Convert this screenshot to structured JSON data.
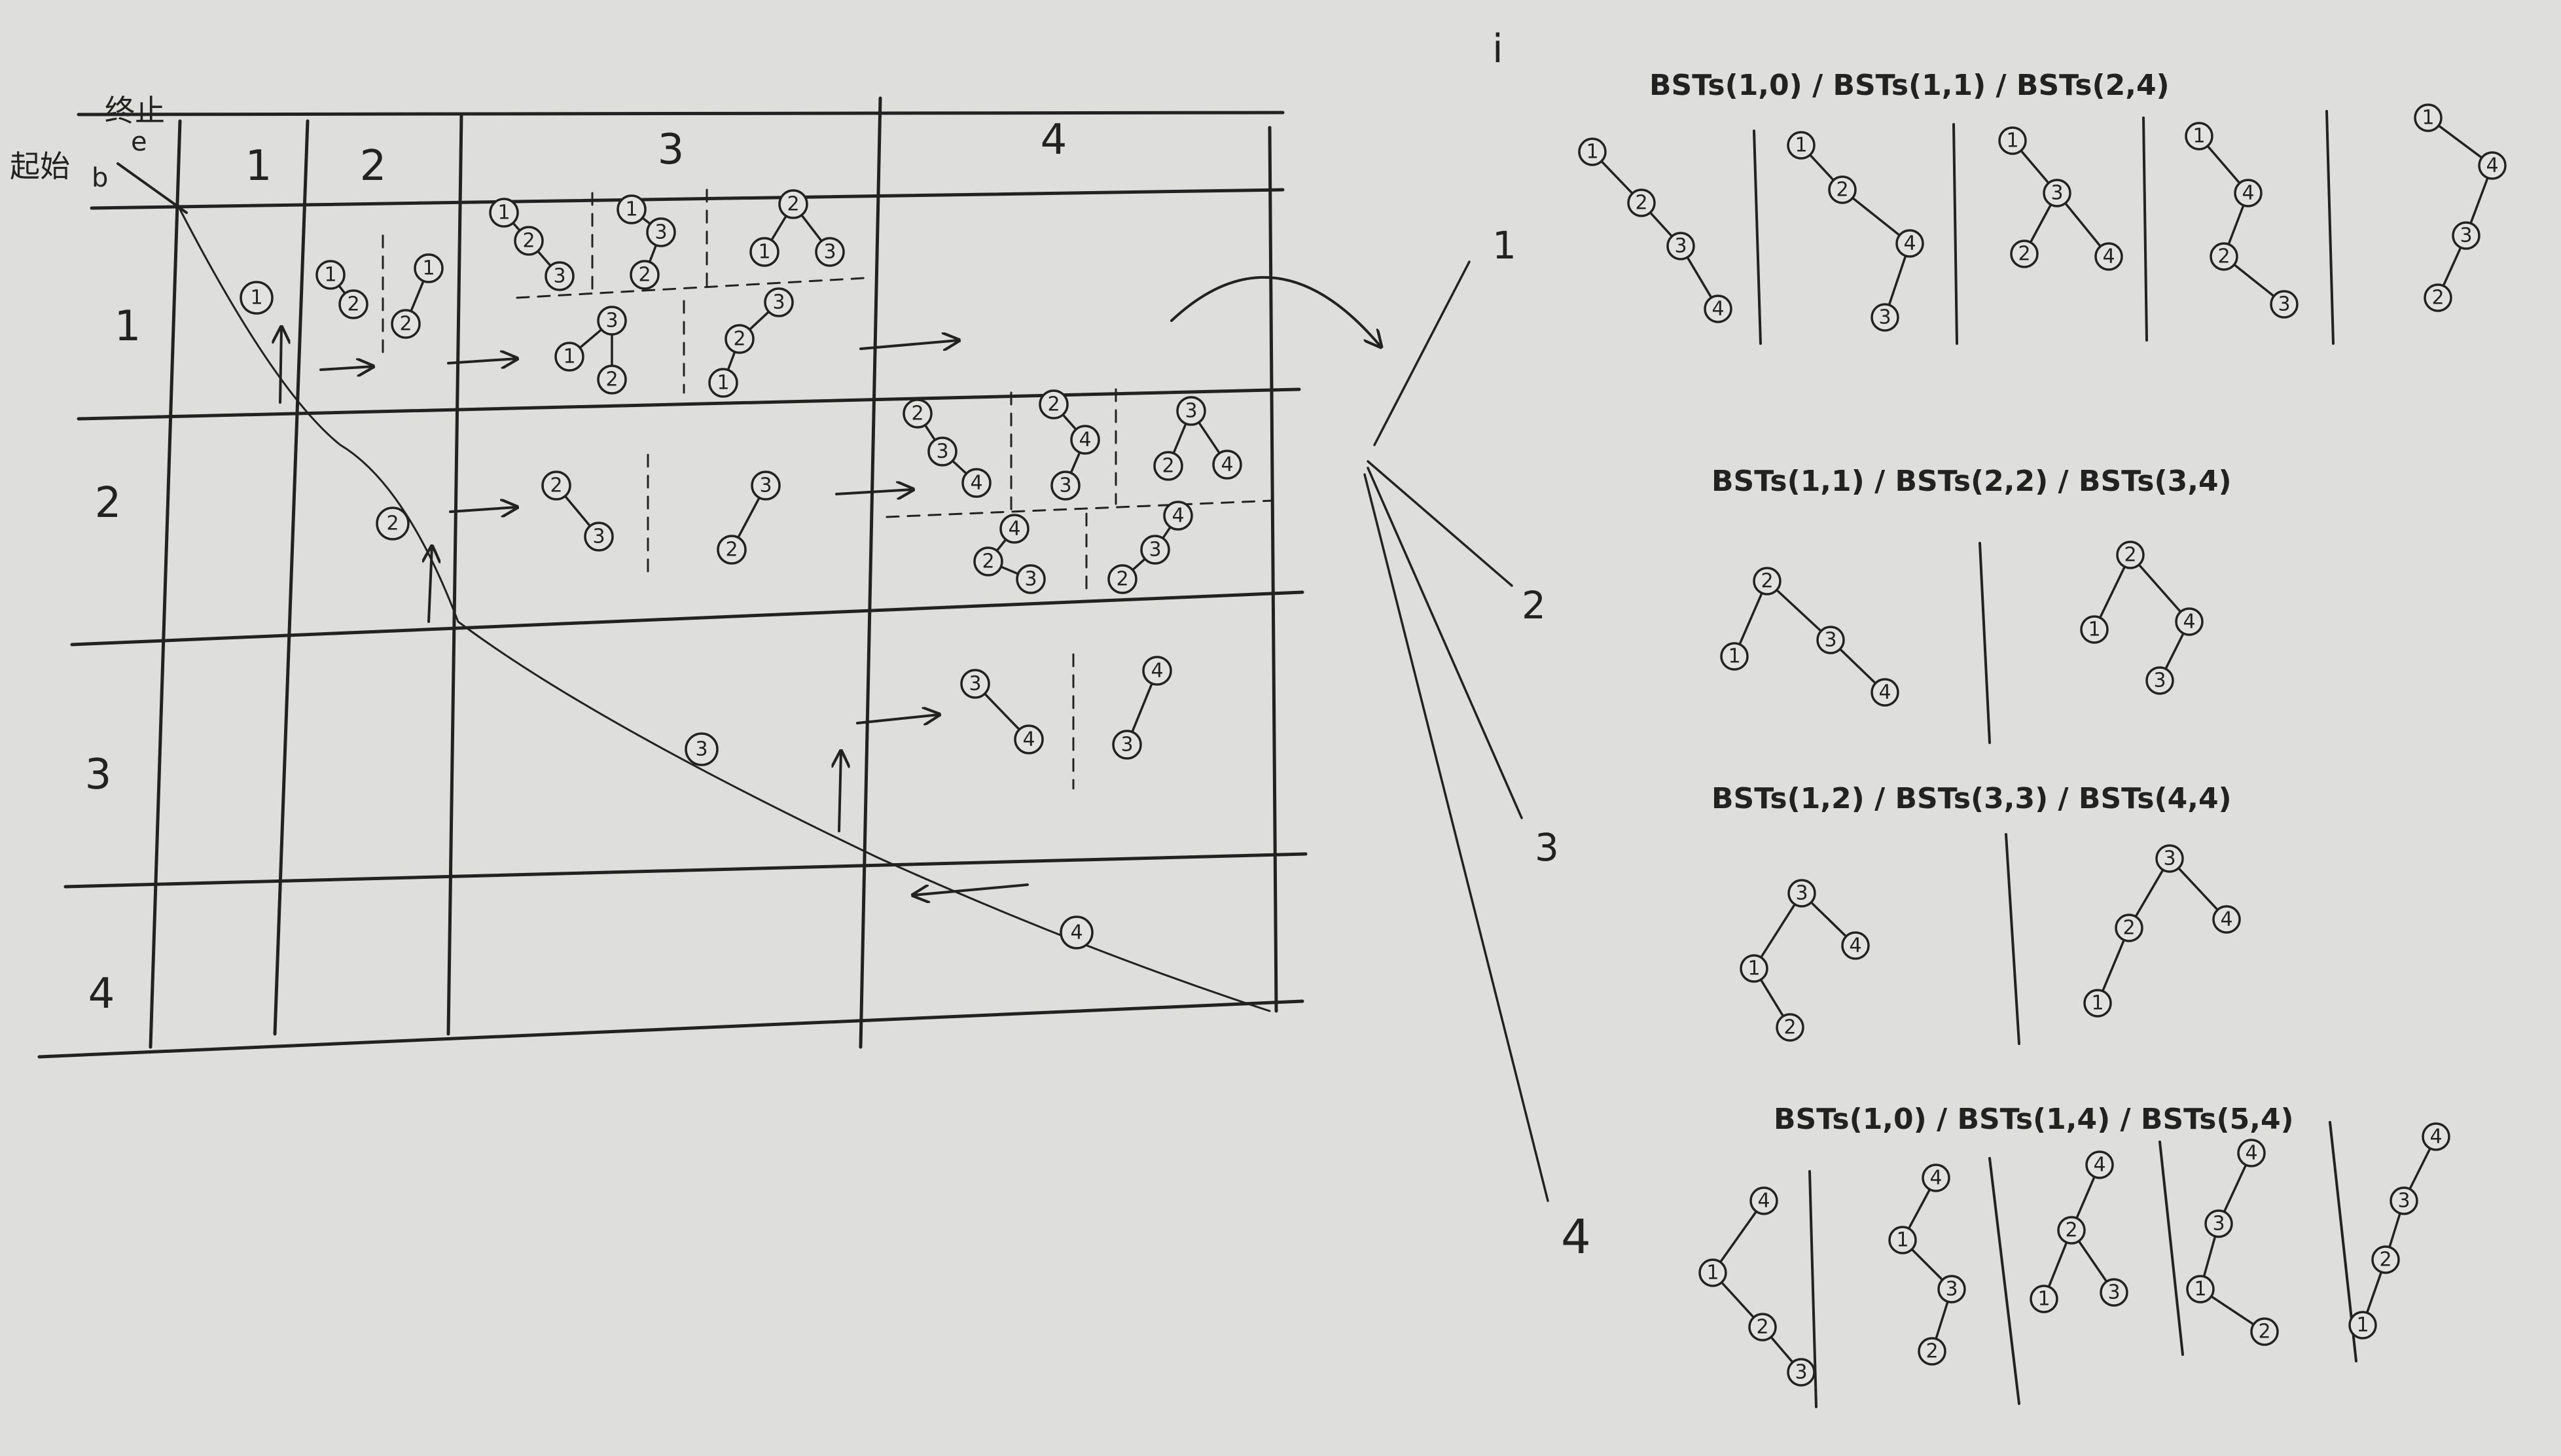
{
  "header": {
    "end_label": "终止",
    "end_var": "e",
    "start_label": "起始",
    "start_var": "b",
    "i_label": "i"
  },
  "columns": [
    "1",
    "2",
    "3",
    "4"
  ],
  "rows": [
    "1",
    "2",
    "3",
    "4"
  ],
  "diagonal_nodes": [
    "1",
    "2",
    "3",
    "4"
  ],
  "grid_trees": [
    {
      "id": "c12",
      "nodes": [
        "1",
        "2",
        "1",
        "2"
      ],
      "edges": [
        [
          0,
          1
        ],
        [
          3,
          2
        ]
      ]
    },
    {
      "id": "c13",
      "nodes": [
        "1",
        "2",
        "3",
        "1",
        "3",
        "2",
        "2",
        "1",
        "3",
        "1",
        "3",
        "2",
        "3",
        "2",
        "1"
      ],
      "edges": [
        [
          0,
          1
        ],
        [
          1,
          2
        ],
        [
          3,
          4
        ],
        [
          4,
          5
        ],
        [
          6,
          7
        ],
        [
          6,
          8
        ],
        [
          9,
          10
        ],
        [
          10,
          11
        ],
        [
          12,
          13
        ],
        [
          13,
          14
        ]
      ]
    },
    {
      "id": "c23",
      "nodes": [
        "2",
        "3",
        "3",
        "2"
      ],
      "edges": [
        [
          0,
          1
        ],
        [
          2,
          3
        ]
      ]
    },
    {
      "id": "c24",
      "nodes": [
        "2",
        "3",
        "4",
        "2",
        "4",
        "3",
        "3",
        "2",
        "4",
        "4",
        "2",
        "3",
        "4",
        "3",
        "2"
      ],
      "edges": [
        [
          0,
          1
        ],
        [
          1,
          2
        ],
        [
          3,
          4
        ],
        [
          4,
          5
        ],
        [
          6,
          7
        ],
        [
          6,
          8
        ],
        [
          9,
          10
        ],
        [
          10,
          11
        ],
        [
          12,
          13
        ],
        [
          13,
          14
        ]
      ]
    },
    {
      "id": "c34",
      "nodes": [
        "3",
        "4",
        "4",
        "3"
      ],
      "edges": [
        [
          0,
          1
        ],
        [
          2,
          3
        ]
      ]
    }
  ],
  "panels": [
    {
      "row_label": "1",
      "title": "BSTs(1,0) / BSTs(1,1) / BSTs(2,4)"
    },
    {
      "row_label": "2",
      "title": "BSTs(1,1) / BSTs(2,2) / BSTs(3,4)"
    },
    {
      "row_label": "3",
      "title": "BSTs(1,2) / BSTs(3,3) / BSTs(4,4)"
    },
    {
      "row_label": "4",
      "title": "BSTs(1,0) / BSTs(1,4) / BSTs(5,4)"
    }
  ],
  "panel_trees": [
    {
      "panel": 0,
      "nodes": [
        "1",
        "2",
        "3",
        "4",
        "1",
        "2",
        "4",
        "3",
        "1",
        "3",
        "2",
        "4",
        "1",
        "4",
        "2",
        "3",
        "1",
        "4",
        "3",
        "2"
      ],
      "edges": [
        [
          0,
          1
        ],
        [
          1,
          2
        ],
        [
          2,
          3
        ],
        [
          4,
          5
        ],
        [
          5,
          6
        ],
        [
          6,
          7
        ],
        [
          8,
          9
        ],
        [
          9,
          10
        ],
        [
          9,
          11
        ],
        [
          12,
          13
        ],
        [
          13,
          14
        ],
        [
          14,
          15
        ],
        [
          16,
          17
        ],
        [
          17,
          18
        ],
        [
          18,
          19
        ]
      ]
    },
    {
      "panel": 1,
      "nodes": [
        "2",
        "1",
        "3",
        "4",
        "2",
        "1",
        "4",
        "3"
      ],
      "edges": [
        [
          0,
          1
        ],
        [
          0,
          2
        ],
        [
          2,
          3
        ],
        [
          4,
          5
        ],
        [
          4,
          6
        ],
        [
          6,
          7
        ]
      ]
    },
    {
      "panel": 2,
      "nodes": [
        "3",
        "1",
        "4",
        "2",
        "3",
        "2",
        "4",
        "1"
      ],
      "edges": [
        [
          0,
          1
        ],
        [
          0,
          2
        ],
        [
          1,
          3
        ],
        [
          4,
          5
        ],
        [
          4,
          6
        ],
        [
          5,
          7
        ]
      ]
    },
    {
      "panel": 3,
      "nodes": [
        "4",
        "1",
        "2",
        "3",
        "4",
        "1",
        "3",
        "2",
        "4",
        "2",
        "1",
        "3",
        "4",
        "3",
        "1",
        "2",
        "4",
        "3",
        "2",
        "1"
      ],
      "edges": [
        [
          0,
          1
        ],
        [
          1,
          2
        ],
        [
          2,
          3
        ],
        [
          4,
          5
        ],
        [
          5,
          6
        ],
        [
          6,
          7
        ],
        [
          8,
          9
        ],
        [
          9,
          10
        ],
        [
          9,
          11
        ],
        [
          12,
          13
        ],
        [
          13,
          14
        ],
        [
          14,
          15
        ],
        [
          16,
          17
        ],
        [
          17,
          18
        ],
        [
          18,
          19
        ]
      ]
    }
  ]
}
